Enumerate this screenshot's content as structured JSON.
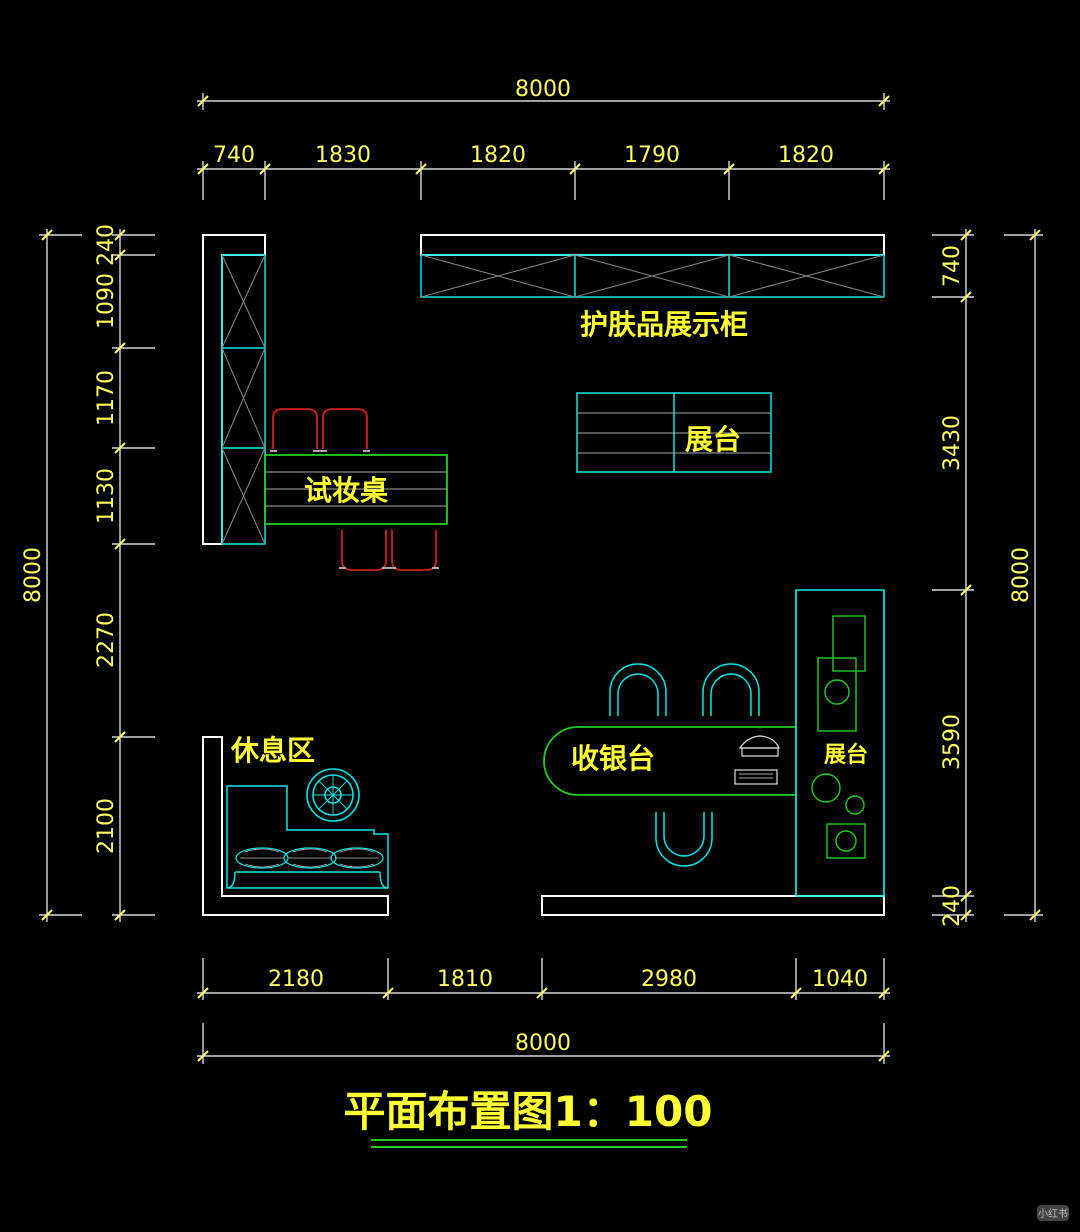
{
  "dimensions": {
    "top_total": "8000",
    "top_segments": [
      "740",
      "1830",
      "1820",
      "1790",
      "1820"
    ],
    "bottom_segments": [
      "2180",
      "1810",
      "2980",
      "1040"
    ],
    "bottom_total": "8000",
    "left_segments": [
      "240",
      "1090",
      "1170",
      "1130",
      "2270",
      "2100"
    ],
    "left_total": "8000",
    "right_segments": [
      "740",
      "3430",
      "3590",
      "240"
    ],
    "right_total": "8000"
  },
  "labels": {
    "skincare_cabinet": "护肤品展示柜",
    "display_stand": "展台",
    "makeup_table": "试妆桌",
    "rest_area": "休息区",
    "cashier": "收银台",
    "display_stand_right": "展台"
  },
  "title": "平面布置图1：100",
  "watermark": "小红书",
  "colors": {
    "background": "#000000",
    "wall": "#ffffff",
    "furniture": "#00e5e5",
    "counter": "#22cc22",
    "chair": "#cc2222",
    "dimension": "#ffff66",
    "label": "#ffff33"
  }
}
